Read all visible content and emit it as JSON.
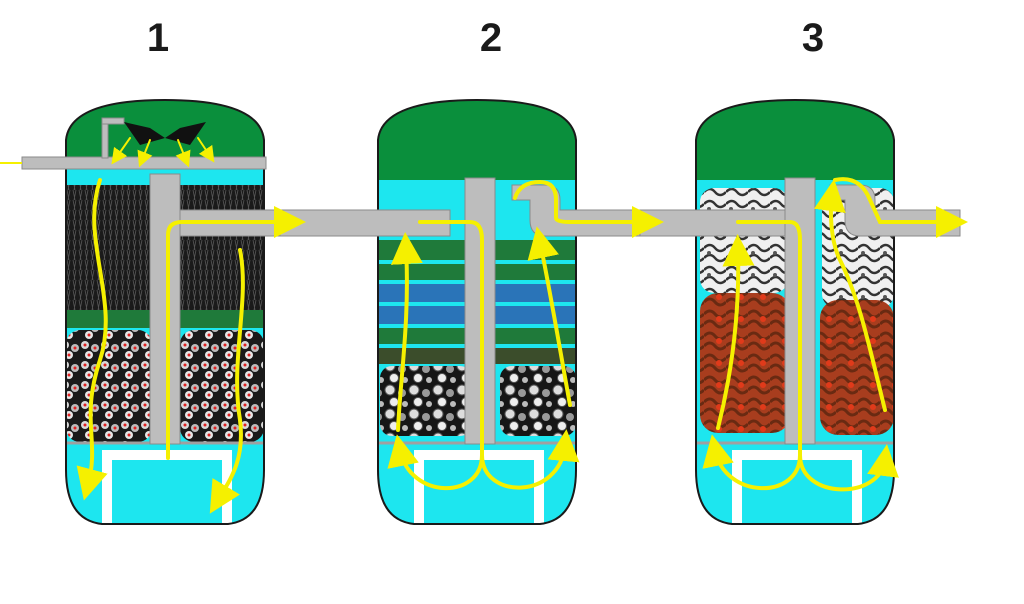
{
  "stages": [
    {
      "number": "1"
    },
    {
      "number": "2"
    },
    {
      "number": "3"
    }
  ],
  "colors": {
    "lid": "#0a8f3c",
    "water": "#1de6ef",
    "pipe": "#bdbdbd",
    "pipe_edge": "#8a8a8a",
    "flow_arrow": "#f5f000",
    "brush": "#1a1a1a",
    "green_mat": "#1f7a3a",
    "blue_mat": "#2a74b8",
    "dark_media": "#161616",
    "red_media": "#b03020",
    "light_media": "#e8e8e8",
    "stand": "#ffffff",
    "outline": "#1a1a1a"
  },
  "icons": {
    "flow": "yellow-flow-arrow",
    "spray": "spray-nozzle-icon"
  }
}
